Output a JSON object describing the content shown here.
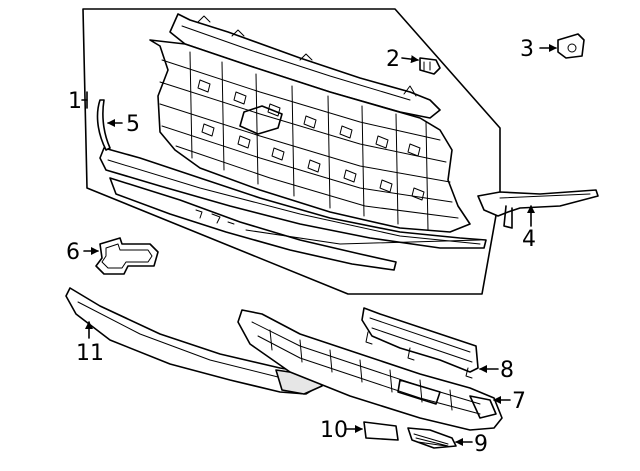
{
  "diagram": {
    "type": "exploded-parts-diagram",
    "callouts": [
      {
        "id": "1",
        "label": "1"
      },
      {
        "id": "2",
        "label": "2"
      },
      {
        "id": "3",
        "label": "3"
      },
      {
        "id": "4",
        "label": "4"
      },
      {
        "id": "5",
        "label": "5"
      },
      {
        "id": "6",
        "label": "6"
      },
      {
        "id": "7",
        "label": "7"
      },
      {
        "id": "8",
        "label": "8"
      },
      {
        "id": "9",
        "label": "9"
      },
      {
        "id": "10",
        "label": "10"
      },
      {
        "id": "11",
        "label": "11"
      }
    ]
  }
}
